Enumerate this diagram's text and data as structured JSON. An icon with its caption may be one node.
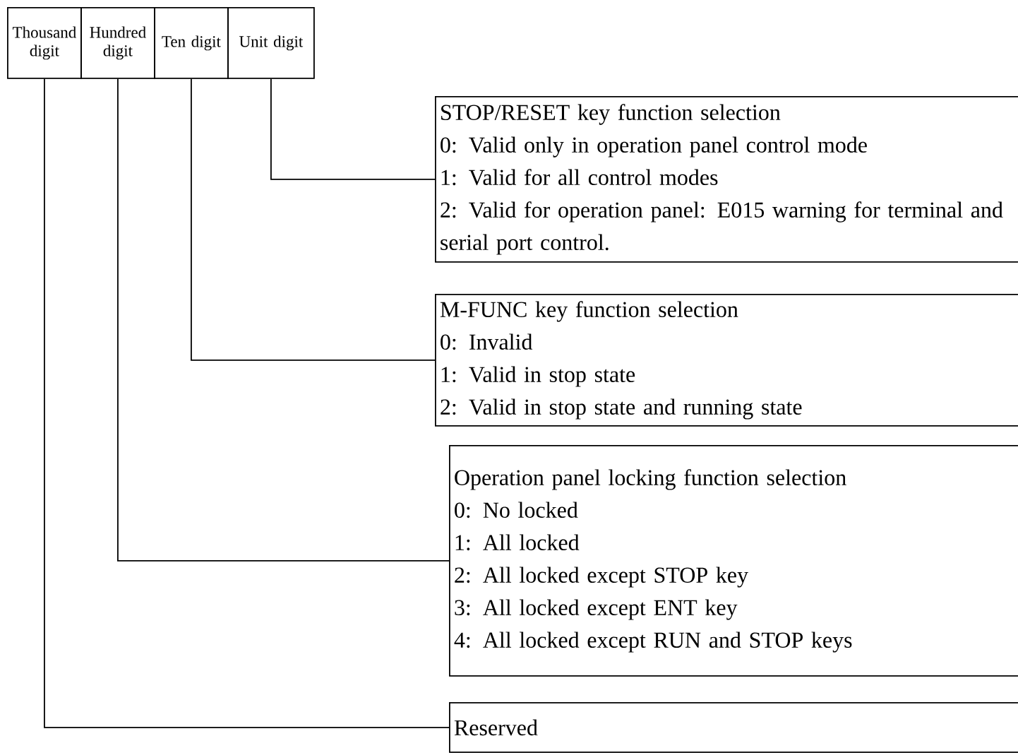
{
  "diagram": {
    "nodes": [
      {
        "text": [
          "Thousand digit"
        ]
      },
      {
        "text": [
          "Hundred digit"
        ]
      },
      {
        "text": [
          "Ten digit"
        ]
      },
      {
        "text": [
          "Unit digit"
        ]
      },
      {
        "text": [
          "STOP/RESET key function selection",
          "0: Valid only in operation panel control mode",
          "1: Valid for all control modes",
          "2: Valid for operation panel: E015 warning for terminal and serial port control."
        ]
      },
      {
        "text": [
          "M-FUNC key function selection",
          "0: Invalid",
          "1: Valid in stop state",
          "2: Valid in stop state and running state"
        ]
      },
      {
        "text": [
          "Operation panel locking function selection",
          "0: No locked",
          "1: All locked",
          "2: All locked except STOP key",
          "3: All locked except ENT key",
          "4: All locked except RUN and STOP keys"
        ]
      },
      {
        "text": [
          "Reserved"
        ]
      }
    ],
    "edges": [
      {
        "from": 3,
        "to": 4,
        "arrow": "none"
      },
      {
        "from": 2,
        "to": 5,
        "arrow": "none"
      },
      {
        "from": 1,
        "to": 6,
        "arrow": "none"
      },
      {
        "from": 0,
        "to": 7,
        "arrow": "none"
      }
    ]
  }
}
